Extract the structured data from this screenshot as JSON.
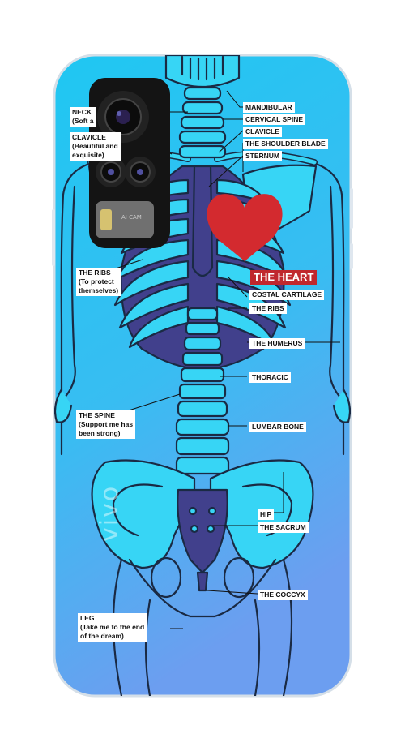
{
  "brand": "vivo",
  "camera_text": "AI CAM",
  "colors": {
    "case_gradient_top": "#1fc7f2",
    "case_gradient_bottom": "#6c9ef0",
    "bone": "#37d5f5",
    "outline": "#1a2a44",
    "inner": "#41408c",
    "heart": "#d32a2f",
    "heart_label": "#c0272d"
  },
  "labels_left": {
    "neck": "NECK",
    "neck_note": "(Soft a",
    "clavicle": "CLAVICLE",
    "clavicle_note_1": "(Beautiful and",
    "clavicle_note_2": "exquisite)",
    "ribs": "THE RIBS",
    "ribs_note_1": "(To protect",
    "ribs_note_2": "themselves)",
    "spine": "THE SPINE",
    "spine_note_1": "(Support me has",
    "spine_note_2": "been strong)",
    "leg": "LEG",
    "leg_note_1": "(Take me to the end",
    "leg_note_2": "of the dream)"
  },
  "labels_right": {
    "mandibular": "MANDIBULAR",
    "cervical_spine": "CERVICAL SPINE",
    "clavicle": "CLAVICLE",
    "shoulder_blade": "THE SHOULDER BLADE",
    "sternum": "STERNUM",
    "heart": "THE HEART",
    "costal_cartilage": "COSTAL CARTILAGE",
    "ribs": "THE RIBS",
    "humerus": "THE HUMERUS",
    "thoracic": "THORACIC",
    "lumbar_bone": "LUMBAR BONE",
    "hip": "HIP",
    "sacrum": "THE SACRUM",
    "coccyx": "THE COCCYX"
  }
}
